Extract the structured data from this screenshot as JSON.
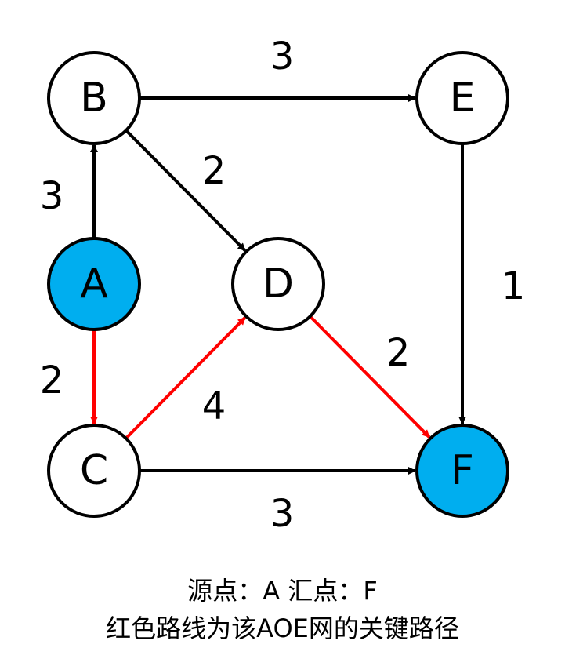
{
  "nodes": [
    {
      "id": "A",
      "label": "A",
      "fill": "#00aeef"
    },
    {
      "id": "B",
      "label": "B",
      "fill": "#ffffff"
    },
    {
      "id": "C",
      "label": "C",
      "fill": "#ffffff"
    },
    {
      "id": "D",
      "label": "D",
      "fill": "#ffffff"
    },
    {
      "id": "E",
      "label": "E",
      "fill": "#ffffff"
    },
    {
      "id": "F",
      "label": "F",
      "fill": "#00aeef"
    }
  ],
  "edges": [
    {
      "from": "A",
      "to": "B",
      "weight": "3",
      "critical": false
    },
    {
      "from": "A",
      "to": "C",
      "weight": "2",
      "critical": true
    },
    {
      "from": "B",
      "to": "E",
      "weight": "3",
      "critical": false
    },
    {
      "from": "B",
      "to": "D",
      "weight": "2",
      "critical": false
    },
    {
      "from": "C",
      "to": "D",
      "weight": "4",
      "critical": true
    },
    {
      "from": "C",
      "to": "F",
      "weight": "3",
      "critical": false
    },
    {
      "from": "D",
      "to": "F",
      "weight": "2",
      "critical": true
    },
    {
      "from": "E",
      "to": "F",
      "weight": "1",
      "critical": false
    }
  ],
  "colors": {
    "critical": "#ff0000",
    "normal": "#000000",
    "endpoint": "#00aeef"
  },
  "caption": {
    "line1": "源点：A 汇点：F",
    "line2": "红色路线为该AOE网的关键路径"
  }
}
